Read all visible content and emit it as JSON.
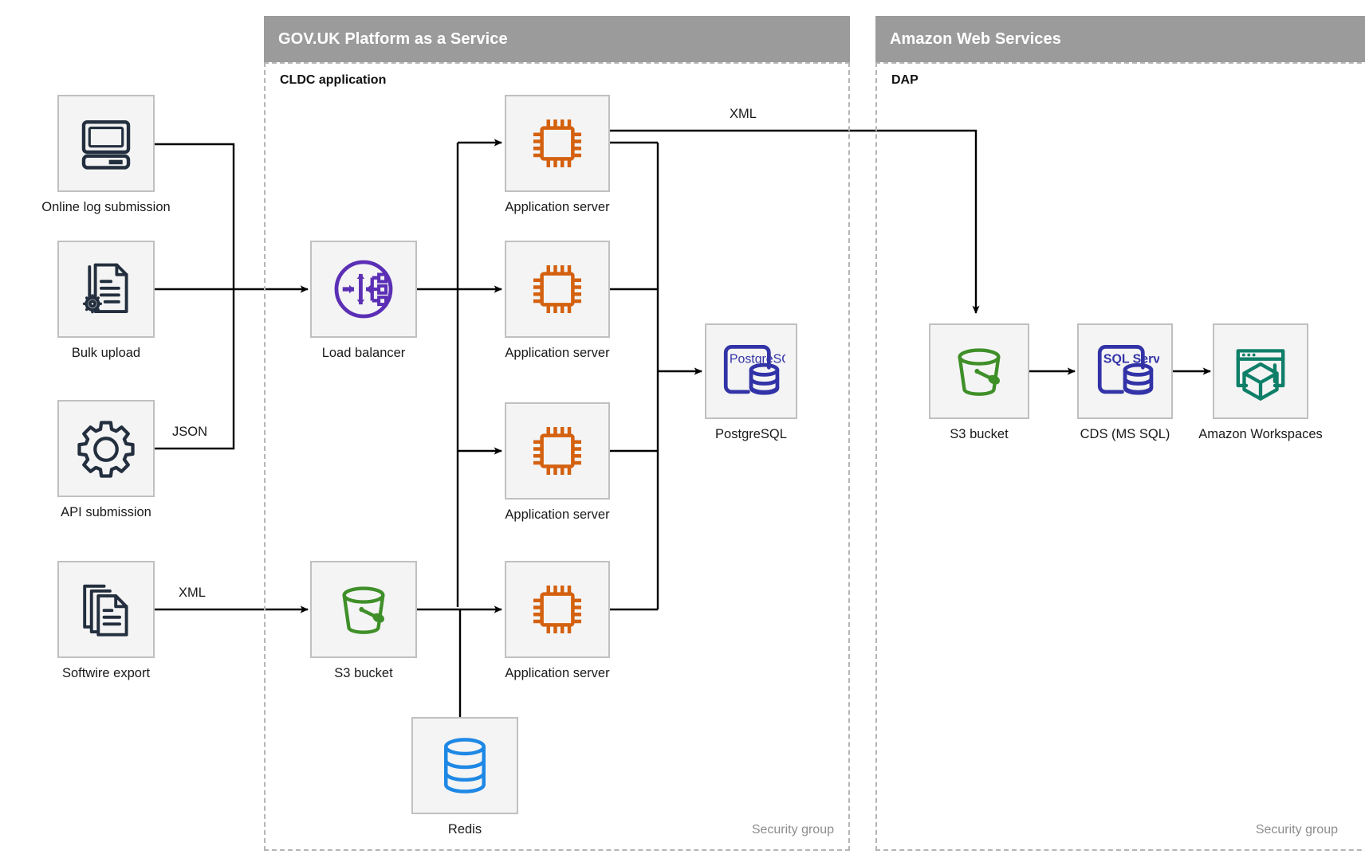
{
  "groups": [
    {
      "id": "paas",
      "title": "GOV.UK Platform as a Service",
      "section_title": "CLDC application",
      "footer": "Security group"
    },
    {
      "id": "aws",
      "title": "Amazon Web Services",
      "section_title": "DAP",
      "footer": "Security group"
    }
  ],
  "nodes": {
    "online_log": {
      "label": "Online log submission",
      "icon": "desktop-computer-icon"
    },
    "bulk_upload": {
      "label": "Bulk upload",
      "icon": "document-gear-icon"
    },
    "api_submission": {
      "label": "API submission",
      "icon": "gear-icon"
    },
    "softwire_export": {
      "label": "Softwire export",
      "icon": "documents-stack-icon"
    },
    "load_balancer": {
      "label": "Load balancer",
      "icon": "load-balancer-icon"
    },
    "app_server_1": {
      "label": "Application server",
      "icon": "cpu-chip-icon"
    },
    "app_server_2": {
      "label": "Application server",
      "icon": "cpu-chip-icon"
    },
    "app_server_3": {
      "label": "Application server",
      "icon": "cpu-chip-icon"
    },
    "app_server_4": {
      "label": "Application server",
      "icon": "cpu-chip-icon"
    },
    "postgresql": {
      "label": "PostgreSQL",
      "icon": "postgresql-icon",
      "icon_text": "PostgreSQL"
    },
    "s3_paas": {
      "label": "S3 bucket",
      "icon": "s3-bucket-icon"
    },
    "redis": {
      "label": "Redis",
      "icon": "redis-database-icon"
    },
    "s3_aws": {
      "label": "S3 bucket",
      "icon": "s3-bucket-icon"
    },
    "cds": {
      "label": "CDS (MS SQL)",
      "icon": "sql-server-icon",
      "icon_text": "SQL Server"
    },
    "workspaces": {
      "label": "Amazon Workspaces",
      "icon": "amazon-workspaces-icon"
    }
  },
  "edge_labels": {
    "api_json": "JSON",
    "softwire_xml": "XML",
    "app_to_s3_xml": "XML"
  },
  "colors": {
    "header_band": "#9b9b9b",
    "tile_fill": "#f4f4f4",
    "tile_border": "#c0c0c0",
    "dashed_border": "#b5b5b5",
    "source_icon": "#232f3e",
    "load_balancer": "#5b2fb5",
    "app_server": "#d4610f",
    "postgresql": "#3333a8",
    "sql_server": "#3333a8",
    "s3_bucket": "#3f8f29",
    "redis": "#1e88e5",
    "workspaces": "#0f7f69",
    "connector": "#000000",
    "footer_text": "#8d8d8d"
  }
}
